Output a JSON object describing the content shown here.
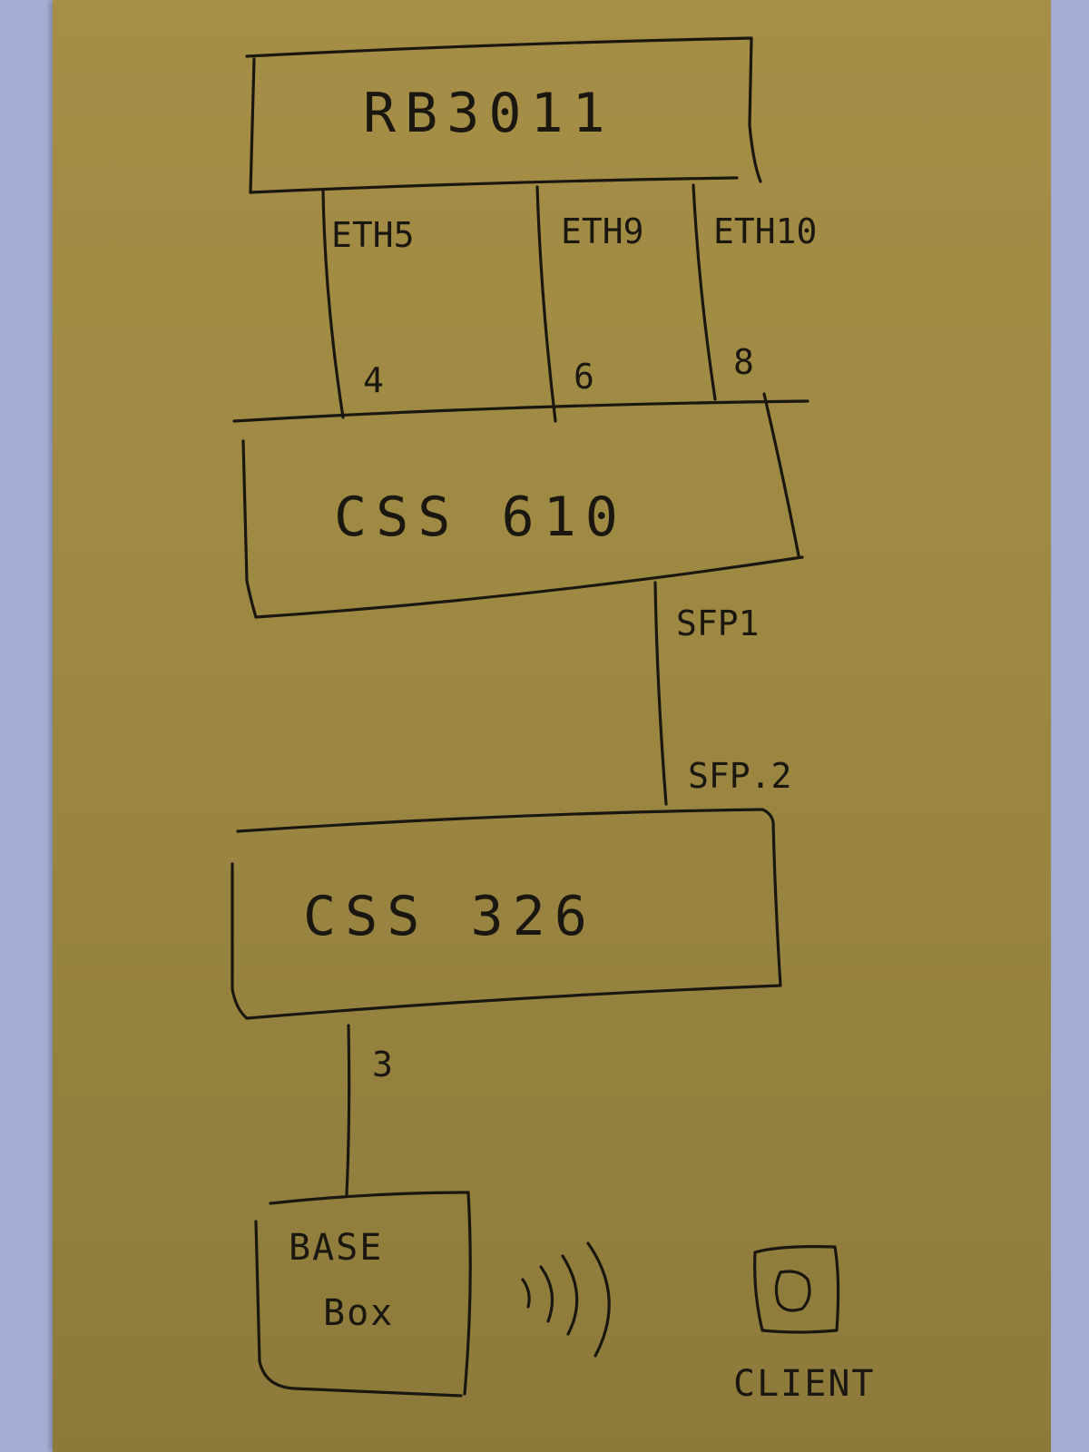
{
  "devices": {
    "router": {
      "label": "RB3011"
    },
    "switch1": {
      "label": "CSS 610"
    },
    "switch2": {
      "label": "CSS 326"
    },
    "base": {
      "line1": "BASE",
      "line2": "Box"
    },
    "client": {
      "label": "CLIENT"
    }
  },
  "links": {
    "eth5": {
      "upper": "ETH5",
      "lower": "4"
    },
    "eth9": {
      "upper": "ETH9",
      "lower": "6"
    },
    "eth10": {
      "upper": "ETH10",
      "lower": "8"
    },
    "sfp": {
      "upper": "SFP1",
      "lower": "SFP.2"
    },
    "port3": {
      "label": "3"
    }
  },
  "colors": {
    "paper": "#a58e46",
    "background": "#a7aed6",
    "ink": "#1a1710"
  },
  "icons": {
    "wireless": "wifi-waves-icon",
    "client": "client-device-icon"
  }
}
